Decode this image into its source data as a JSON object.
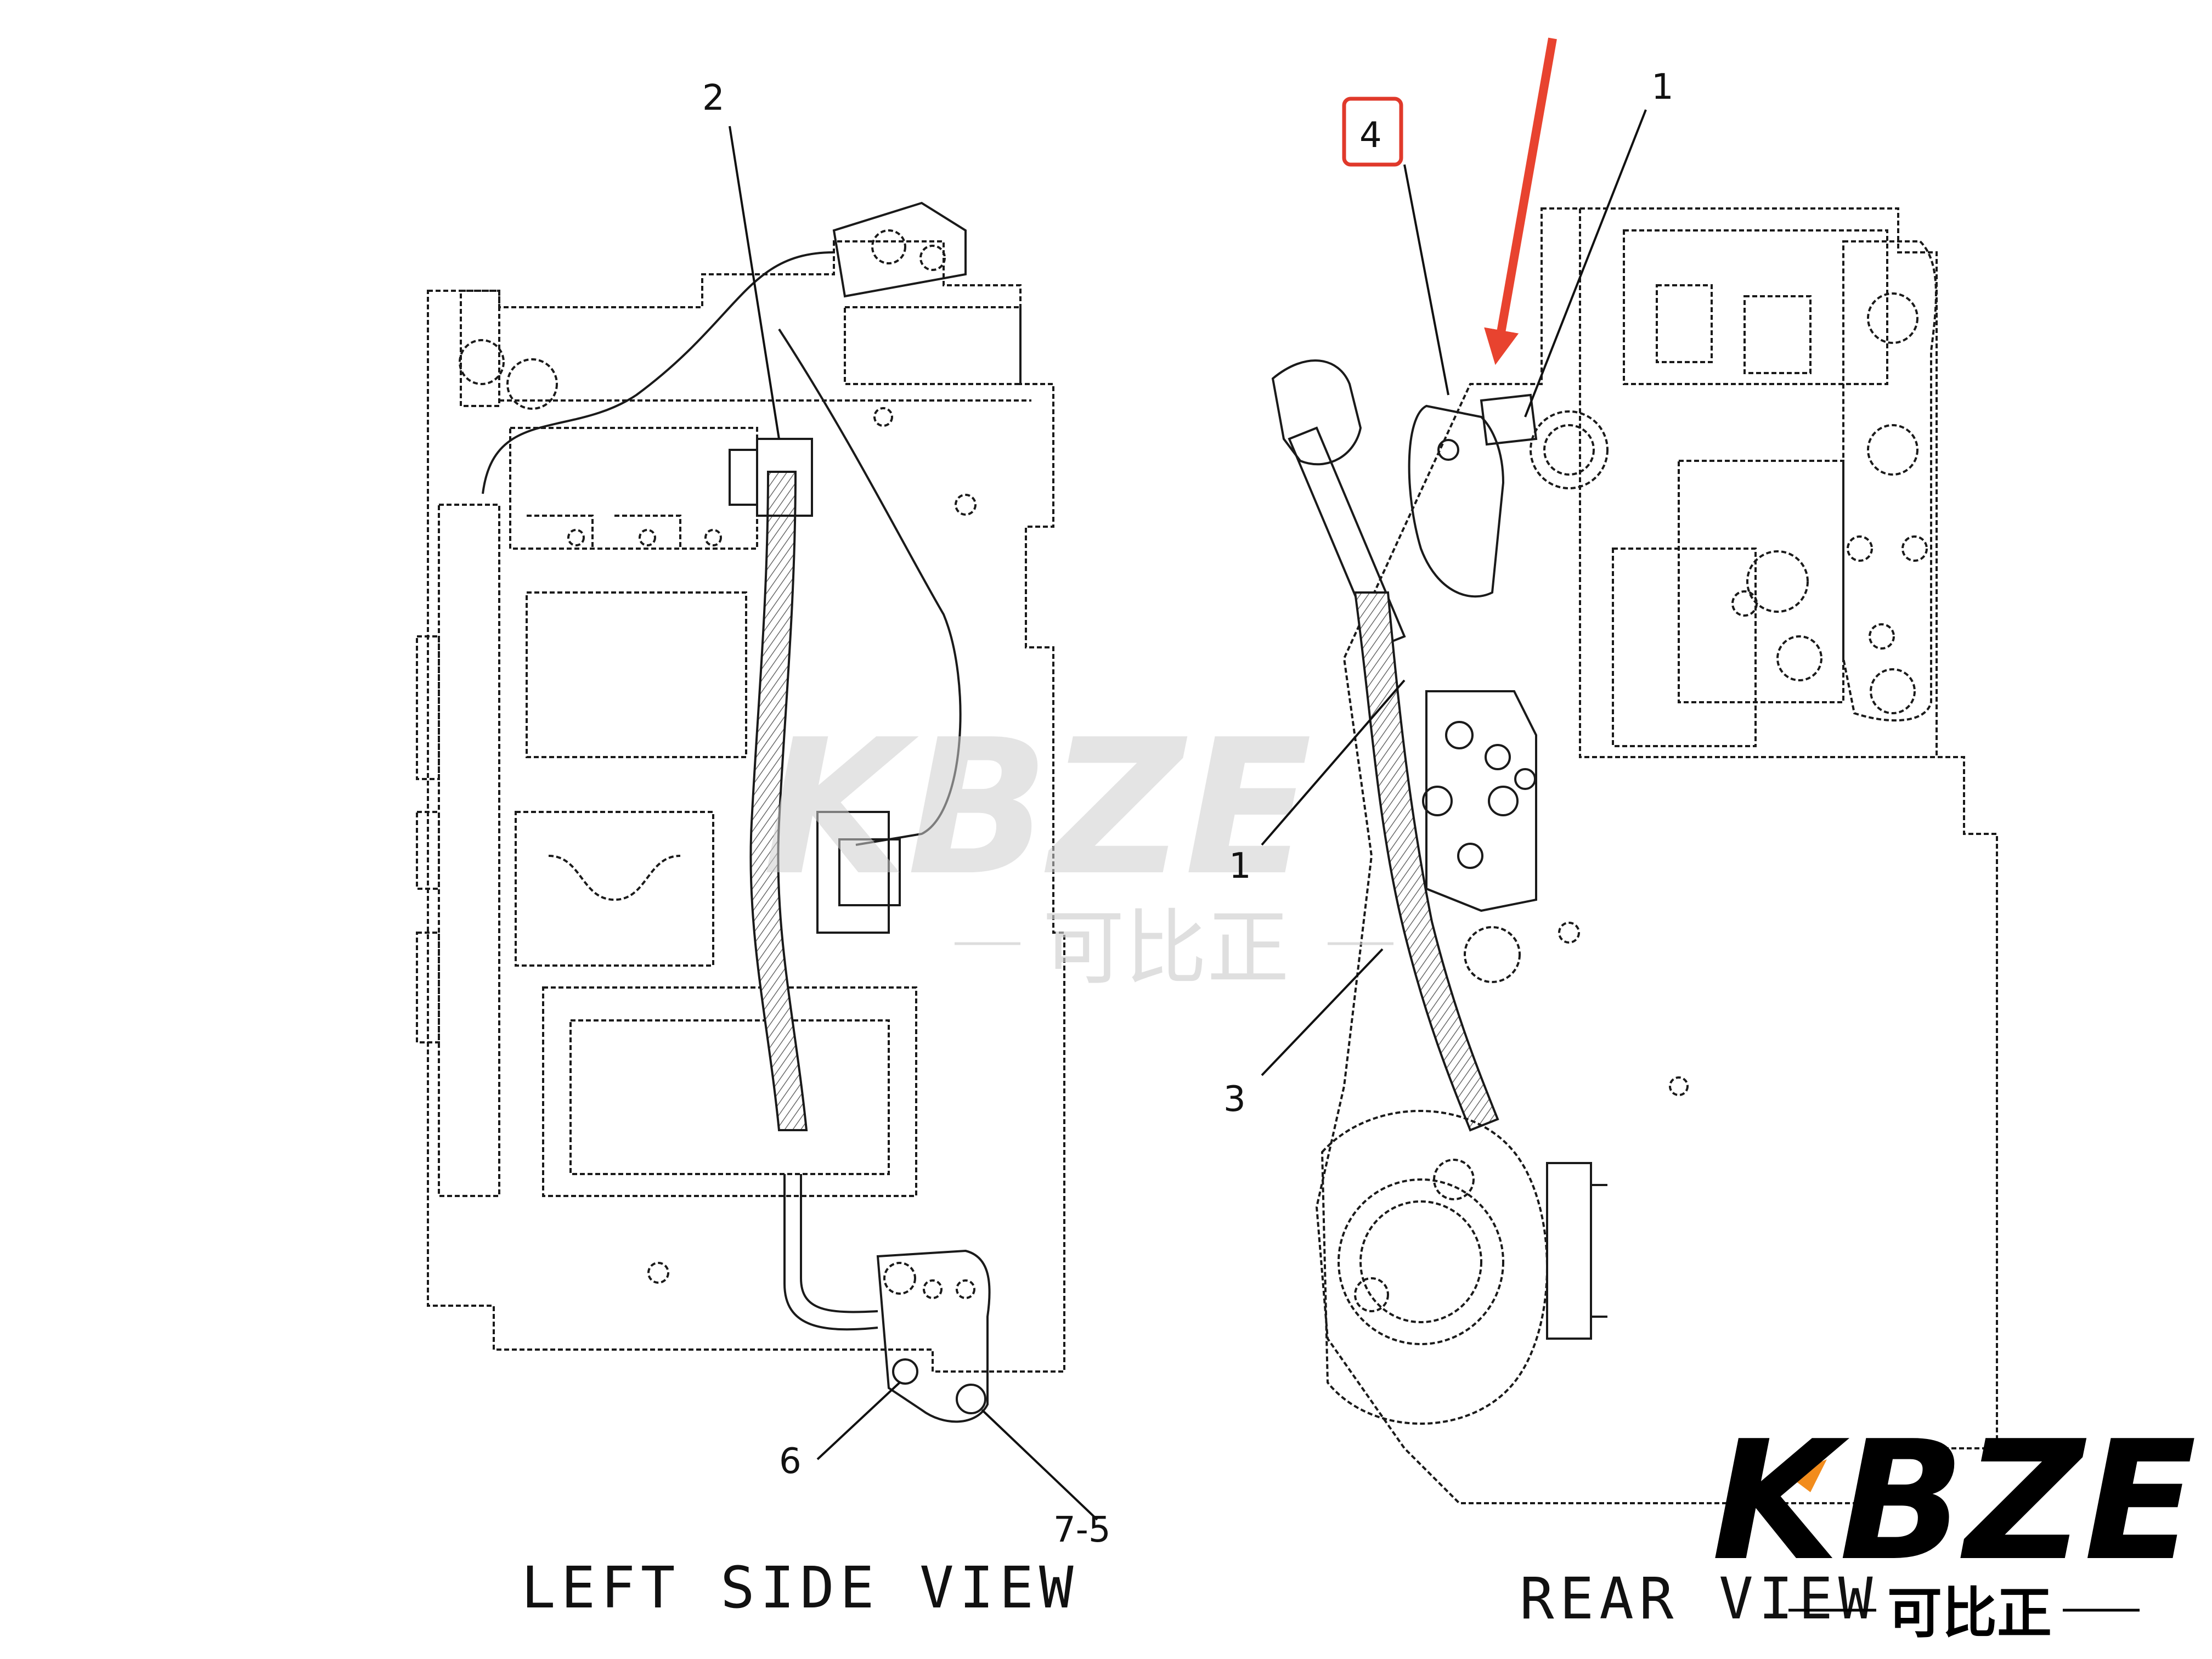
{
  "views": {
    "left": "LEFT SIDE VIEW",
    "rear": "REAR VIEW"
  },
  "callouts": {
    "left_2": "2",
    "left_6": "6",
    "left_7_5": "7-5",
    "rear_1_top": "1",
    "rear_1_mid": "1",
    "rear_3": "3",
    "rear_4": "4"
  },
  "watermark": {
    "latin": "KBZE",
    "chinese": "可比正"
  },
  "brand_logo": {
    "latin": "KBZE",
    "chinese": "可比正"
  },
  "colors": {
    "highlight": "#e0392b",
    "arrow": "#e8432f",
    "logo_accent": "#f28c1c"
  }
}
